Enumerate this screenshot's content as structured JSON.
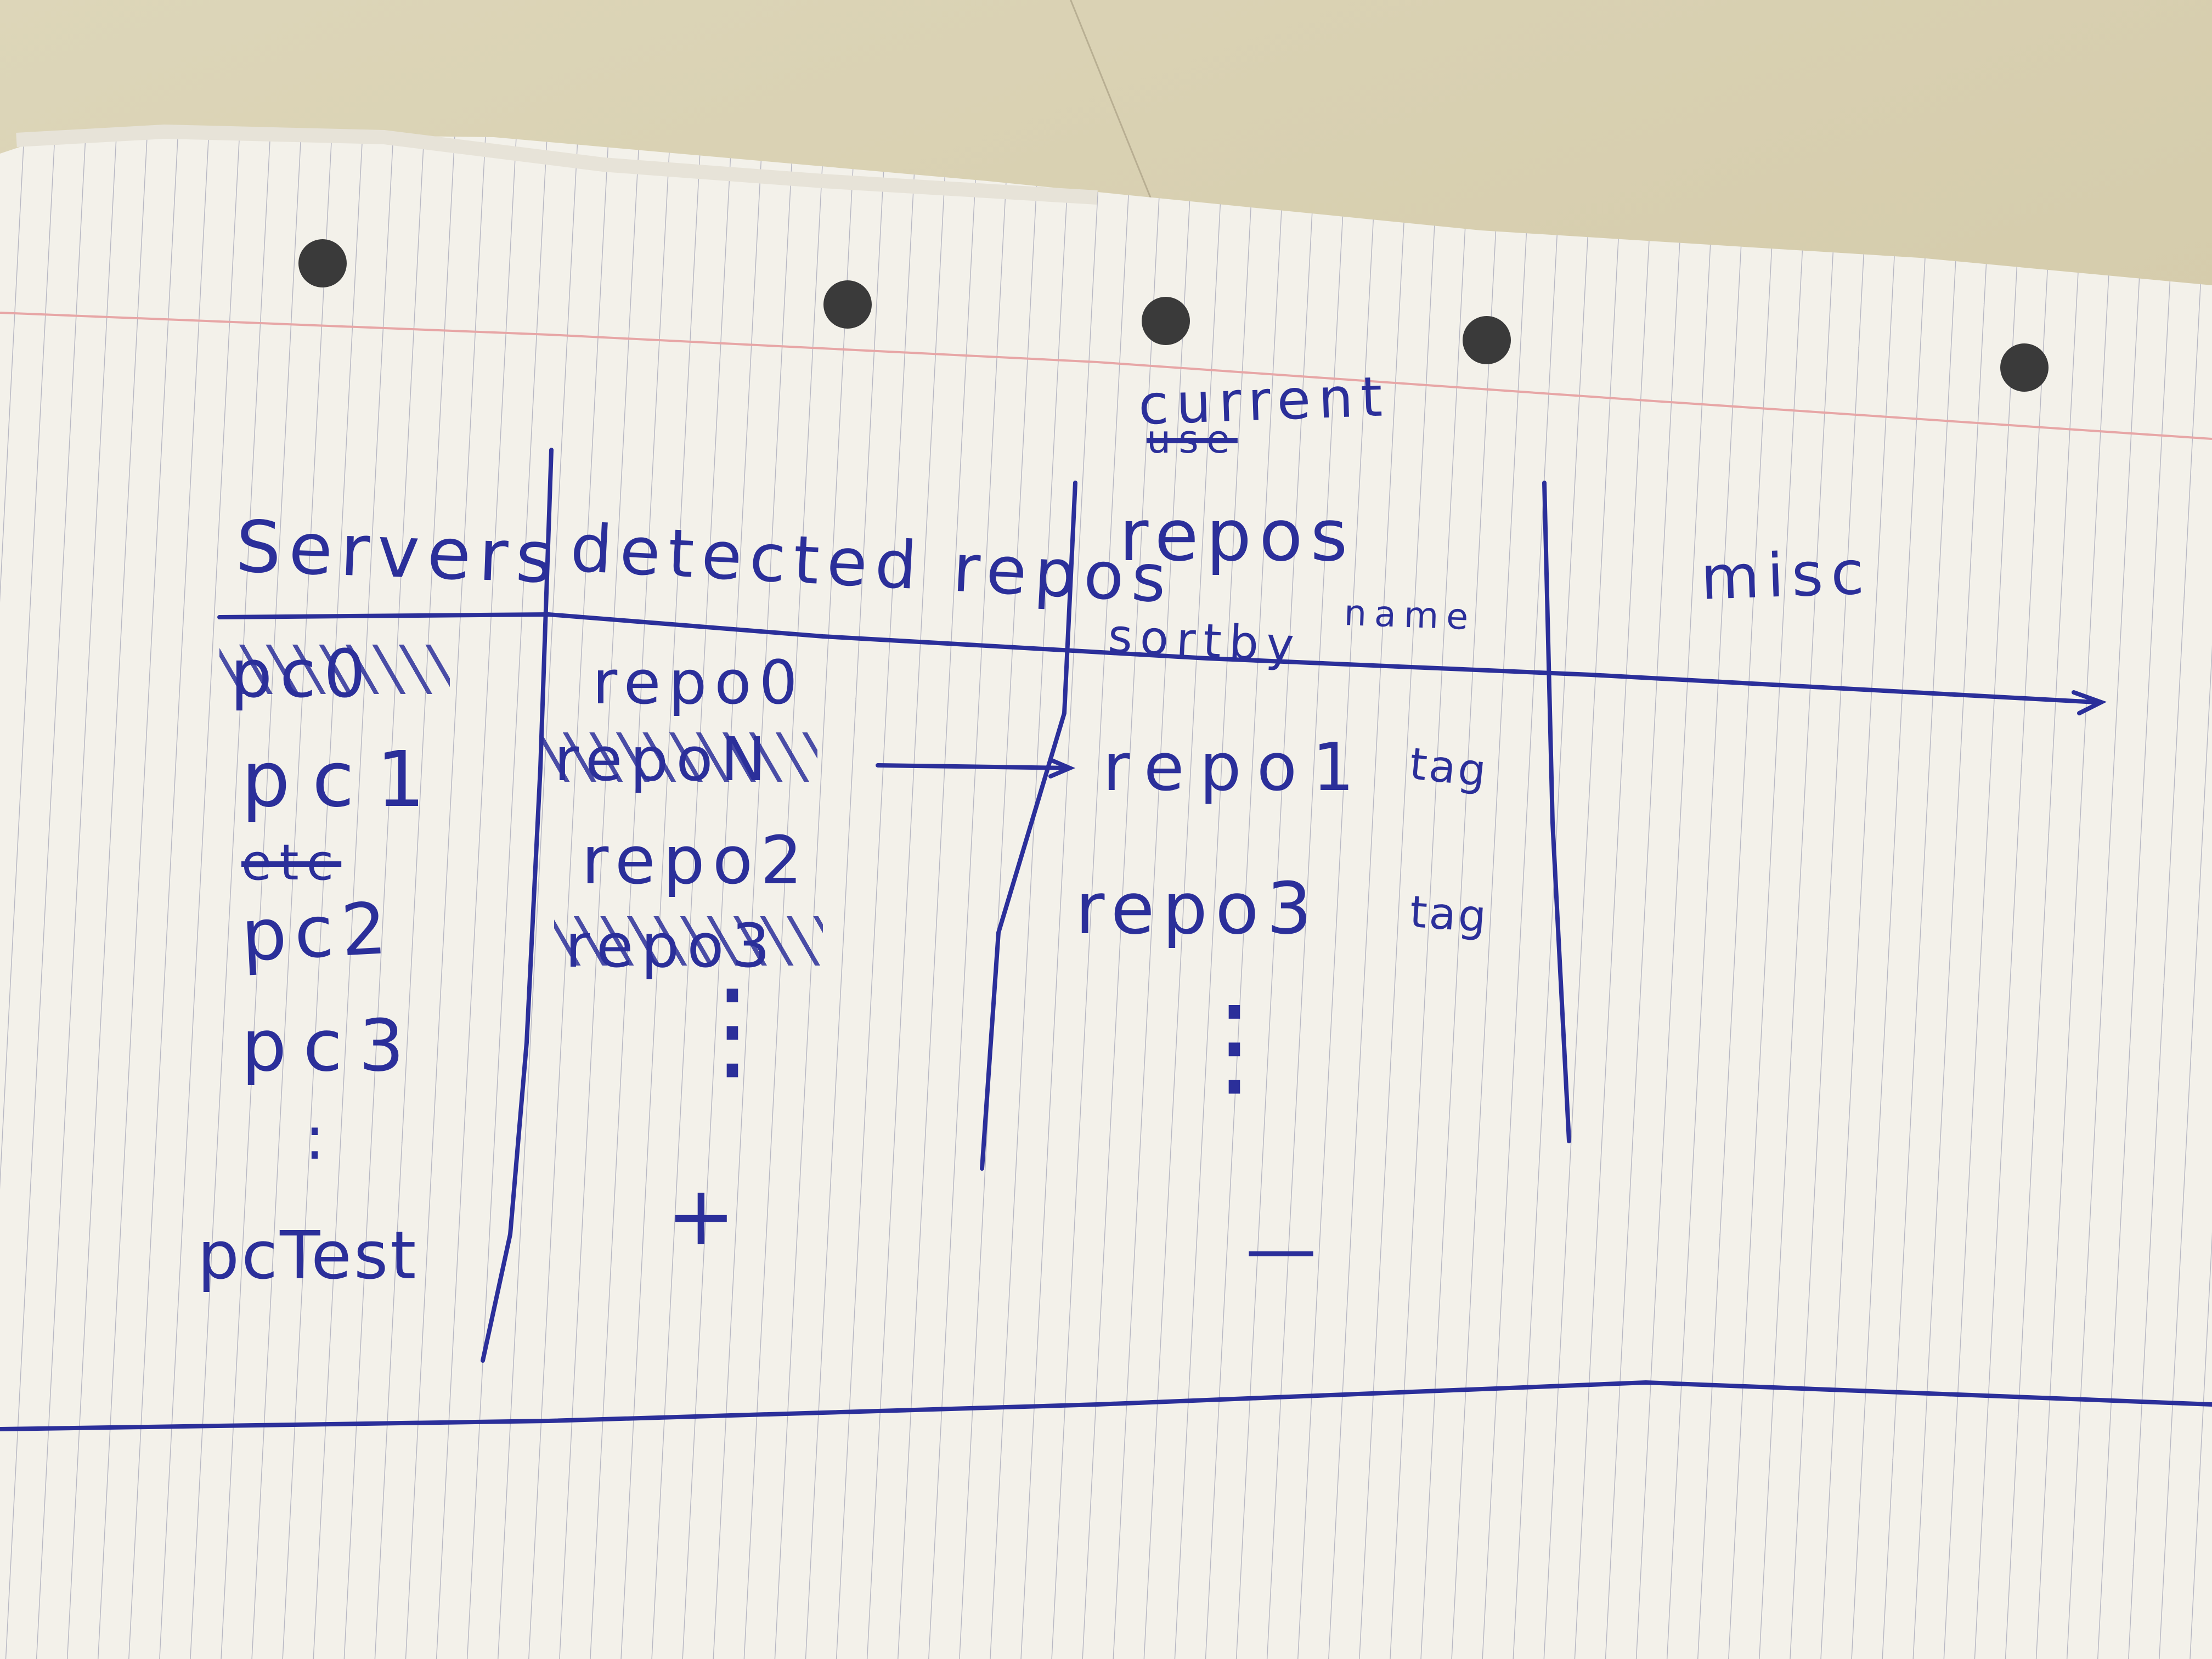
{
  "sketch": {
    "headers": {
      "servers": "Servers",
      "detected_repos": "detected repos",
      "current_repos_top_crossed": "use",
      "current_repos_top": "current",
      "current_repos": "repos",
      "misc": "misc"
    },
    "sort_label": "sortby",
    "sort_value": "name",
    "servers": {
      "crossed_first": "pc0",
      "item1": "pc1",
      "crossed_etc": "etc",
      "item2": "pc2",
      "item3": "pc3",
      "ellipsis": ":",
      "last": "pcTest"
    },
    "detected": {
      "item0": "repo0",
      "crossed_n": "repoN",
      "item2": "repo2",
      "crossed_3": "repo3",
      "ellipsis": "⋮",
      "add": "+"
    },
    "current": {
      "item1": "repo1",
      "tag1": "tag",
      "item3": "repo3",
      "tag3": "tag",
      "ellipsis": "⋮",
      "remove": "—"
    }
  }
}
